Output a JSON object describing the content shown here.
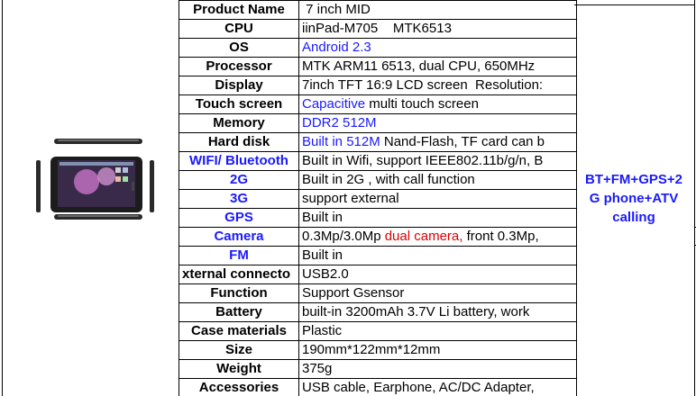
{
  "spec_rows": [
    {
      "label": "Product Name",
      "label_blue": false,
      "value": [
        {
          "t": " 7 inch MID",
          "c": ""
        }
      ]
    },
    {
      "label": "CPU",
      "label_blue": false,
      "value": [
        {
          "t": "iinPad-M705    MTK6513",
          "c": ""
        }
      ]
    },
    {
      "label": "OS",
      "label_blue": false,
      "value": [
        {
          "t": "Android 2.3",
          "c": "blue"
        }
      ]
    },
    {
      "label": "Processor",
      "label_blue": false,
      "value": [
        {
          "t": "MTK ARM11 6513, dual CPU, 650MHz",
          "c": ""
        }
      ]
    },
    {
      "label": "Display",
      "label_blue": false,
      "value": [
        {
          "t": "7inch TFT 16:9 LCD screen  Resolution:",
          "c": ""
        }
      ]
    },
    {
      "label": "Touch screen",
      "label_blue": false,
      "value": [
        {
          "t": "Capacitive",
          "c": "blue"
        },
        {
          "t": " multi touch screen",
          "c": ""
        }
      ]
    },
    {
      "label": "Memory",
      "label_blue": false,
      "value": [
        {
          "t": "DDR2 512M",
          "c": "blue"
        }
      ]
    },
    {
      "label": "Hard disk",
      "label_blue": false,
      "value": [
        {
          "t": "Built in 512M",
          "c": "blue"
        },
        {
          "t": " Nand-Flash, TF card can b",
          "c": ""
        }
      ]
    },
    {
      "label": "WIFI/ Bluetooth",
      "label_blue": true,
      "value": [
        {
          "t": "Built in Wifi, support IEEE802.11b/g/n, B",
          "c": ""
        }
      ]
    },
    {
      "label": "2G",
      "label_blue": true,
      "value": [
        {
          "t": "Built in 2G , with call function",
          "c": ""
        }
      ]
    },
    {
      "label": "3G",
      "label_blue": true,
      "value": [
        {
          "t": "support external",
          "c": ""
        }
      ]
    },
    {
      "label": "GPS",
      "label_blue": true,
      "value": [
        {
          "t": "Built in",
          "c": ""
        }
      ]
    },
    {
      "label": "Camera",
      "label_blue": true,
      "value": [
        {
          "t": "0.3Mp/3.0Mp ",
          "c": ""
        },
        {
          "t": "dual camera,",
          "c": "red"
        },
        {
          "t": " front 0.3Mp,",
          "c": ""
        }
      ]
    },
    {
      "label": "FM",
      "label_blue": true,
      "value": [
        {
          "t": "Built in",
          "c": ""
        }
      ]
    },
    {
      "label": "xternal connecto",
      "label_blue": false,
      "value": [
        {
          "t": "USB2.0",
          "c": ""
        }
      ]
    },
    {
      "label": "Function",
      "label_blue": false,
      "value": [
        {
          "t": "Support Gsensor",
          "c": ""
        }
      ]
    },
    {
      "label": "Battery",
      "label_blue": false,
      "value": [
        {
          "t": "built-in 3200mAh 3.7V Li battery, work",
          "c": ""
        }
      ]
    },
    {
      "label": "Case materials",
      "label_blue": false,
      "value": [
        {
          "t": "Plastic",
          "c": ""
        }
      ]
    },
    {
      "label": "Size",
      "label_blue": false,
      "value": [
        {
          "t": "190mm*122mm*12mm",
          "c": ""
        }
      ]
    },
    {
      "label": "Weight",
      "label_blue": false,
      "value": [
        {
          "t": "375g",
          "c": ""
        }
      ]
    },
    {
      "label": "Accessories",
      "label_blue": false,
      "value": [
        {
          "t": "USB cable, Earphone, AC/DC Adapter,",
          "c": ""
        }
      ]
    }
  ],
  "summary": {
    "lines": [
      "BT+FM+GPS+2",
      "G phone+ATV",
      "calling"
    ]
  },
  "colors": {
    "accent_blue": "#1a1aff",
    "highlight_red": "#e00000",
    "grid": "#000000"
  },
  "icons": {
    "device": "tablet-photo"
  }
}
